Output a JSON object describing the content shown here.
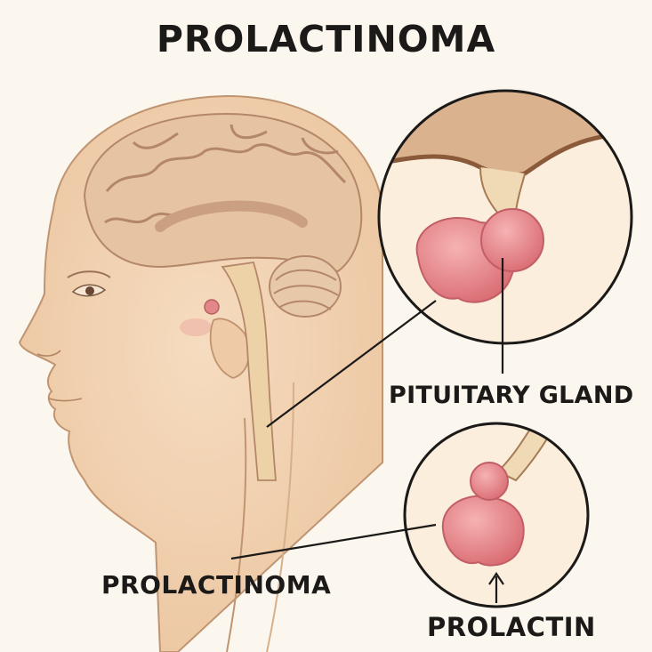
{
  "title": "PROLACTINOMA",
  "labels": {
    "pituitary_gland": "PITUITARY GLAND",
    "prolactinoma": "PROLACTINOMA",
    "prolactin": "PROLACTIN"
  },
  "colors": {
    "background": "#fbf7ef",
    "skin": "#f0d3b0",
    "skin_outline": "#c09471",
    "brain": "#e4c3a0",
    "gland": "#e3878a",
    "outline": "#1c1a18"
  }
}
